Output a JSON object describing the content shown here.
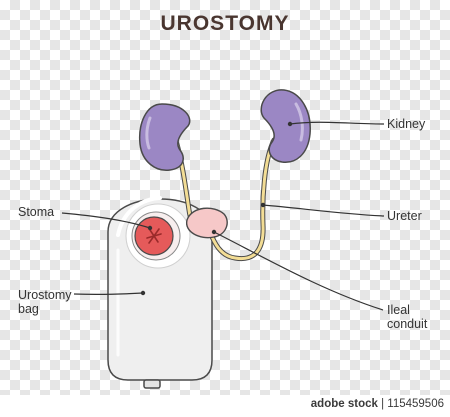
{
  "title": "UROSTOMY",
  "labels": {
    "kidney": "Kidney",
    "ureter": "Ureter",
    "stoma": "Stoma",
    "bag_line1": "Urostomy",
    "bag_line2": "bag",
    "conduit_line1": "Ileal",
    "conduit_line2": "conduit"
  },
  "watermark": {
    "brand": "adobe stock",
    "id": "115459506"
  },
  "colors": {
    "kidney": "#9b87c4",
    "ureter": "#f3dd95",
    "bag": "#efefef",
    "stoma": "#e55a5a",
    "conduit": "#f6c8c8",
    "outline": "#4a4a4a"
  }
}
